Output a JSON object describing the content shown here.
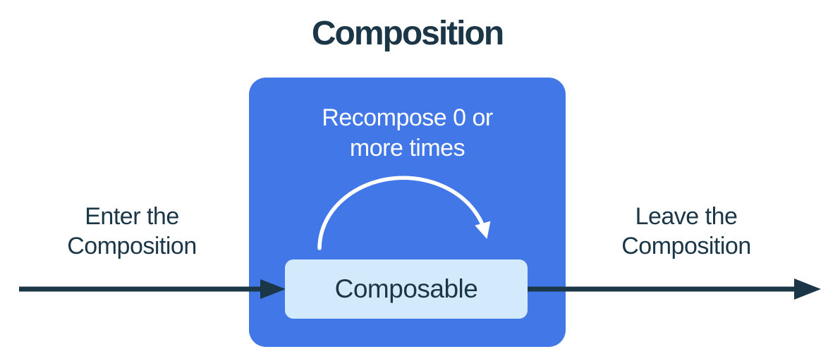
{
  "title": "Composition",
  "composition_box": {
    "recompose_lines": [
      "Recompose 0 or",
      "more times"
    ],
    "composable_label": "Composable"
  },
  "enter_label_lines": [
    "Enter the",
    "Composition"
  ],
  "leave_label_lines": [
    "Leave the",
    "Composition"
  ],
  "colors": {
    "container_blue": "#4277E8",
    "composable_light_blue": "#D3E9FC",
    "ink_navy": "#1A3647",
    "arc_white": "#FFFFFF"
  }
}
